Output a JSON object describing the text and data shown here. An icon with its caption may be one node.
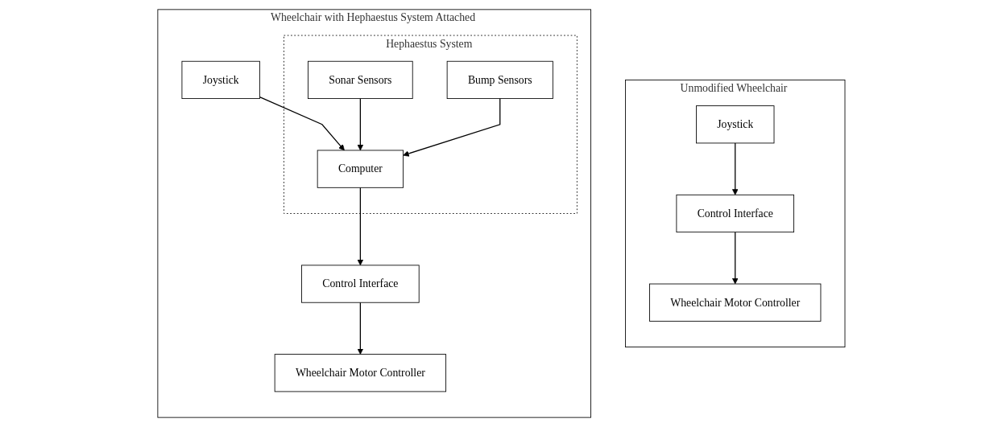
{
  "diagram": {
    "nodes": [
      {
        "text": [
          "Unmodified Wheelchair"
        ]
      },
      {
        "text": [
          "Joystick"
        ],
        "in": 0
      },
      {
        "text": [
          "Control Interface"
        ],
        "in": 0
      },
      {
        "text": [
          "Wheelchair Motor Controller"
        ],
        "in": 0
      },
      {
        "text": [
          "Wheelchair with Hephaestus System Attached"
        ]
      },
      {
        "text": [
          "Joystick"
        ],
        "in": 4
      },
      {
        "text": [
          "Hephaestus System"
        ],
        "in": 4
      },
      {
        "text": [
          "Computer"
        ],
        "in": 6
      },
      {
        "text": [
          "Sonar Sensors"
        ],
        "in": 6
      },
      {
        "text": [
          "Control Interface"
        ],
        "in": 4
      },
      {
        "text": [
          "Bump Sensors"
        ],
        "in": 6
      },
      {
        "text": [
          "Wheelchair Motor Controller"
        ],
        "in": 4
      }
    ],
    "edges": [
      {
        "from": 1,
        "to": 2,
        "arrow": "to"
      },
      {
        "from": 2,
        "to": 3,
        "arrow": "to"
      },
      {
        "from": 5,
        "to": 7,
        "arrow": "to"
      },
      {
        "from": 8,
        "to": 7,
        "arrow": "to"
      },
      {
        "from": 10,
        "to": 7,
        "arrow": "to"
      },
      {
        "from": 7,
        "to": 9,
        "arrow": "to"
      },
      {
        "from": 9,
        "to": 11,
        "arrow": "to"
      }
    ]
  }
}
